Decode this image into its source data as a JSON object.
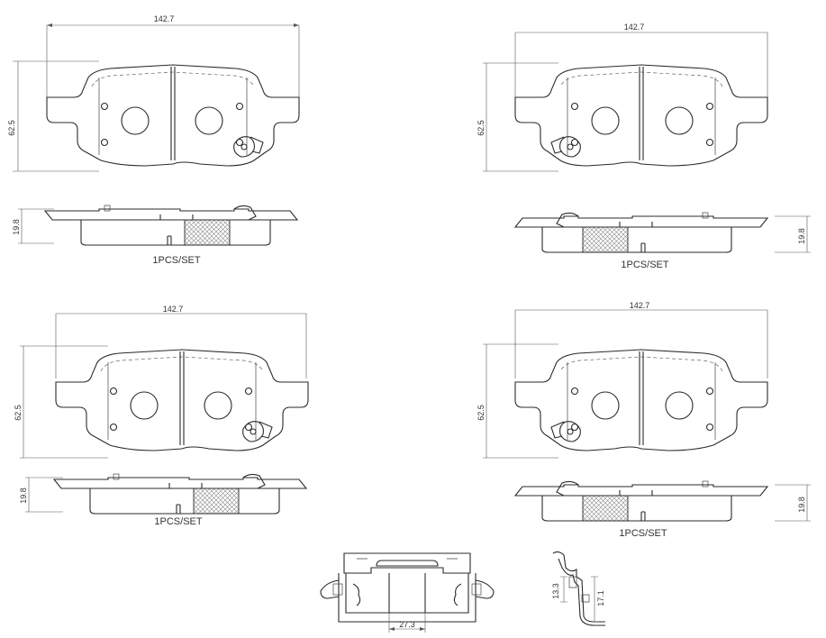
{
  "colors": {
    "line": "#2b2b2b",
    "hatch": "#888888",
    "background": "#ffffff"
  },
  "dimensions": {
    "width": "142.7",
    "height": "62.5",
    "thickness": "19.8",
    "clip_width": "27.3",
    "clip_height_a": "13.3",
    "clip_height_b": "17.1"
  },
  "quantity_label": "1PCS/SET"
}
